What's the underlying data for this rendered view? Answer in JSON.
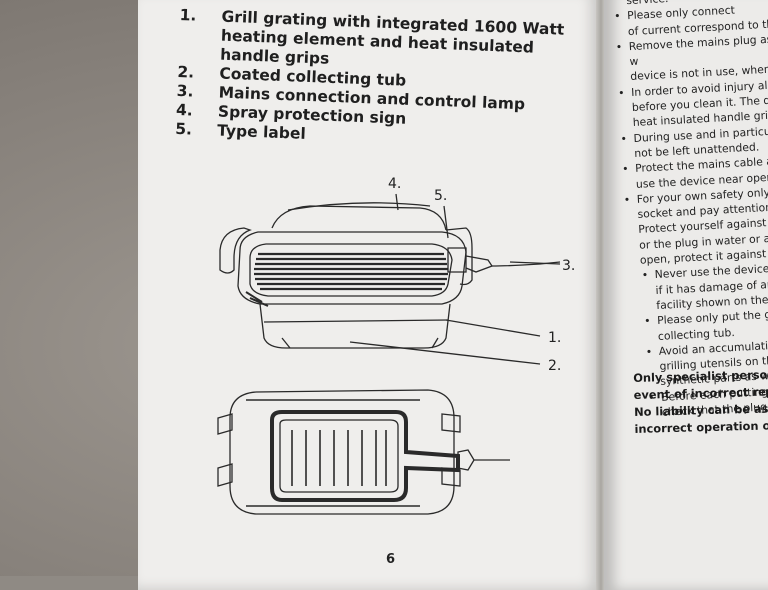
{
  "parts_list": [
    {
      "num": "1.",
      "text": "Grill grating with integrated 1600 Watt heating element and heat insulated handle grips"
    },
    {
      "num": "2.",
      "text": "Coated collecting tub"
    },
    {
      "num": "3.",
      "text": "Mains connection and control lamp"
    },
    {
      "num": "4.",
      "text": "Spray protection sign"
    },
    {
      "num": "5.",
      "text": "Type label"
    }
  ],
  "figure_labels": {
    "l1": "1.",
    "l2": "2.",
    "l3": "3.",
    "l4": "4.",
    "l5": "5."
  },
  "page_number": "6",
  "right_column": [
    {
      "cls": "cont",
      "text": "service."
    },
    {
      "cls": "bul",
      "text": "Please only connect"
    },
    {
      "cls": "cont",
      "text": "of current correspond to the"
    },
    {
      "cls": "bul",
      "text": "Remove the mains plug as w"
    },
    {
      "cls": "cont",
      "text": "device is not in use, whene"
    },
    {
      "cls": "bul",
      "text": "In order to avoid injury allo"
    },
    {
      "cls": "cont",
      "text": "before you clean it. The de"
    },
    {
      "cls": "cont",
      "text": "heat insulated handle grip"
    },
    {
      "cls": "bul",
      "text": "During use and in particul"
    },
    {
      "cls": "cont",
      "text": "not be left unattended."
    },
    {
      "cls": "bul",
      "text": "Protect the mains cable ag"
    },
    {
      "cls": "cont",
      "text": "use the device near open"
    },
    {
      "cls": "bul",
      "text": "For your own safety only"
    },
    {
      "cls": "cont",
      "text": "socket and pay attention"
    },
    {
      "cls": "cont",
      "text": "Protect yourself against"
    },
    {
      "cls": "cont",
      "text": "or the plug in water or a"
    },
    {
      "cls": "cont",
      "text": "open, protect it against"
    },
    {
      "cls": "ind bul",
      "text": "Never use the device wi"
    },
    {
      "cls": "ind",
      "text": "if it has damage of any"
    },
    {
      "cls": "ind",
      "text": "facility shown on the g"
    },
    {
      "cls": "ind bul",
      "text": "Please only put the gri"
    },
    {
      "cls": "ind",
      "text": "collecting tub."
    },
    {
      "cls": "ind bul",
      "text": "Avoid an accumulation"
    },
    {
      "cls": "ind",
      "text": "grilling utensils on the"
    },
    {
      "cls": "ind",
      "text": "synthetic parts as well"
    },
    {
      "cls": "ind bul",
      "text": "Before each putting in"
    },
    {
      "cls": "ind",
      "text": "check that the plug c"
    }
  ],
  "notice_lines": [
    "Only specialist personne",
    "event of incorrect repai",
    "No liability can be assu",
    "incorrect operation or"
  ]
}
